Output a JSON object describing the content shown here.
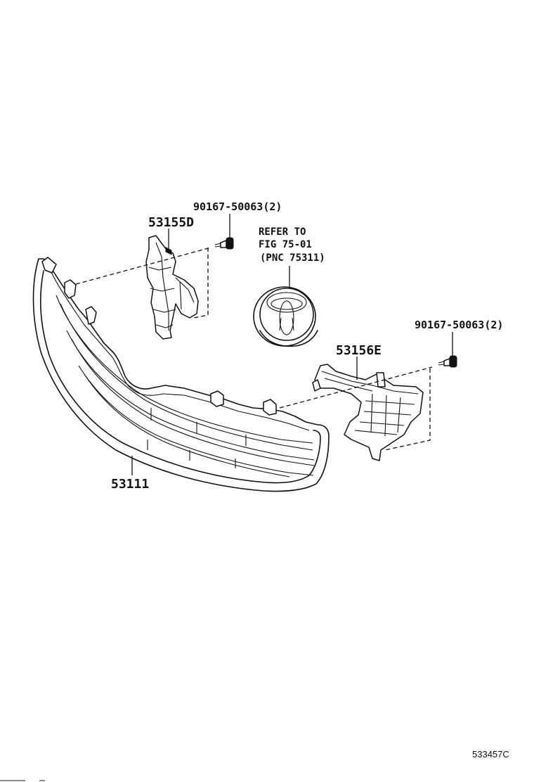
{
  "labels": {
    "bracket_left": "53155D",
    "bracket_right": "53156E",
    "screw_left": "90167-50063(2)",
    "screw_right": "90167-50063(2)",
    "grille": "53111",
    "refer_line1": "REFER TO",
    "refer_line2": "FIG 75-01",
    "refer_line3": "(PNC 75311)",
    "drawing_number": "533457C"
  },
  "icons": {
    "emblem": "toyota-emblem-icon",
    "screw": "screw-icon"
  }
}
